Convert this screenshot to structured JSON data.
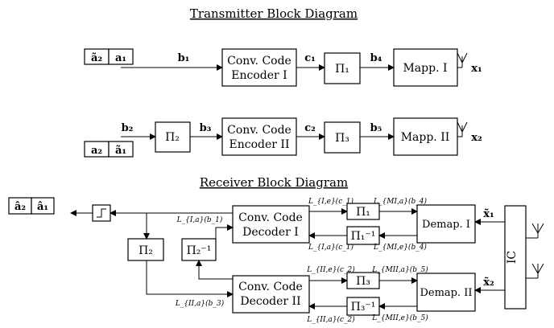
{
  "transmitter": {
    "title": "Transmitter Block Diagram",
    "row1": {
      "src_a": "ã₂",
      "src_b": "a₁",
      "sig_b1": "b₁",
      "enc_line1": "Conv. Code",
      "enc_line2": "Encoder I",
      "sig_c1": "c₁",
      "pi": "Π₁",
      "sig_b4": "b₄",
      "mapper": "Mapp. I",
      "out": "x₁"
    },
    "row2": {
      "sig_b2": "b₂",
      "src_a": "a₂",
      "src_b": "ã₁",
      "pi2": "Π₂",
      "sig_b3": "b₃",
      "enc_line1": "Conv. Code",
      "enc_line2": "Encoder II",
      "sig_c2": "c₂",
      "pi3": "Π₃",
      "sig_b5": "b₅",
      "mapper": "Mapp. II",
      "out": "x₂"
    }
  },
  "receiver": {
    "title": "Receiver Block Diagram",
    "out_a": "â₂",
    "out_b": "â₁",
    "pi2": "Π₂",
    "pi2_inv": "Π₂⁻¹",
    "dec1_line1": "Conv. Code",
    "dec1_line2": "Decoder I",
    "dec2_line1": "Conv. Code",
    "dec2_line2": "Decoder II",
    "pi1": "Π₁",
    "pi1_inv": "Π₁⁻¹",
    "pi3": "Π₃",
    "pi3_inv": "Π₃⁻¹",
    "demap1": "Demap. I",
    "demap2": "Demap. II",
    "x1": "x̃₁",
    "x2": "x̃₂",
    "ic": "IC",
    "l_ie_c1": "L_{I,e}(c_1)",
    "l_mia_b4": "L_{MI,a}(b_4)",
    "l_ia_b1": "L_{I,a}(b_1)",
    "l_ia_c1": "L_{I,a}(c_1)",
    "l_mie_b4": "L_{MI,e}(b_4)",
    "l_iie_c2": "L_{II,e}(c_2)",
    "l_miia_b5": "L_{MII,a}(b_5)",
    "l_iia_b3": "L_{II,a}(b_3)",
    "l_iia_c2": "L_{II,a}(c_2)",
    "l_miie_b5": "L_{MII,e}(b_5)"
  }
}
